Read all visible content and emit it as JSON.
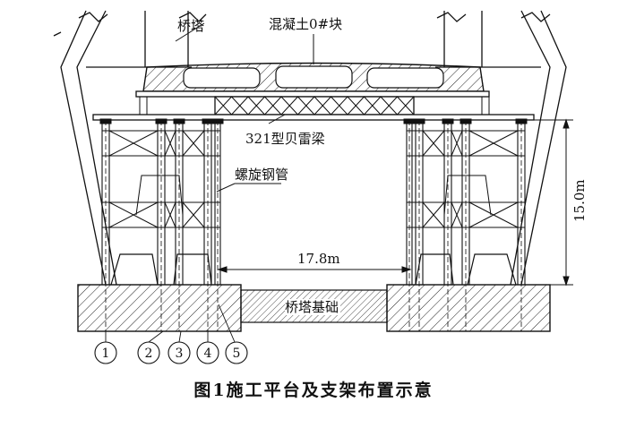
{
  "labels": {
    "tower": "桥塔",
    "block0": "混凝土0#块",
    "bailey": "321型贝雷梁",
    "pipe": "螺旋钢管",
    "foundation": "桥塔基础",
    "span": "17.8m",
    "height": "15.0m"
  },
  "markers": [
    "1",
    "2",
    "3",
    "4",
    "5"
  ],
  "caption": {
    "number": "图1",
    "text": "施工平台及支架布置示意"
  }
}
